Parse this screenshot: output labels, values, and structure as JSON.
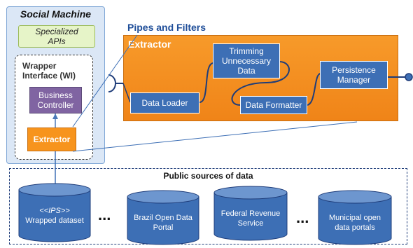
{
  "social_machine": {
    "title": "Social Machine",
    "apis_label": "Specialized\nAPIs",
    "wrapper_label": "Wrapper\nInterface (WI)",
    "business_controller": "Business\nController",
    "extractor": "Extractor"
  },
  "pipes": {
    "title": "Pipes and Filters",
    "extractor_label": "Extractor",
    "filters": {
      "data_loader": "Data Loader",
      "trimming": "Trimming\nUnnecessary\nData",
      "data_formatter": "Data Formatter",
      "persistence": "Persistence\nManager"
    }
  },
  "sources": {
    "title": "Public sources of data",
    "ips_tag": "<<IPS>>",
    "wrapped_dataset": "Wrapped dataset",
    "brazil": "Brazil Open Data\nPortal",
    "federal": "Federal Revenue\nService",
    "municipal": "Municipal open\ndata portals",
    "ellipsis": "..."
  },
  "colors": {
    "orange": "#f7941d",
    "blue": "#3d6fb5",
    "purple": "#8064a2",
    "light_green": "#e6f4c8",
    "light_blue": "#dbe7f6"
  }
}
